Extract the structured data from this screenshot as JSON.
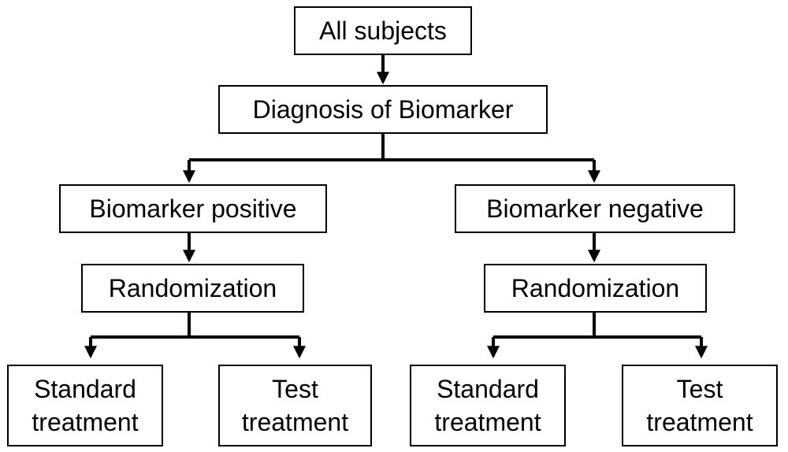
{
  "nodes": {
    "all_subjects": "All subjects",
    "diagnosis": "Diagnosis of Biomarker",
    "positive": "Biomarker positive",
    "negative": "Biomarker negative",
    "pos_randomization": "Randomization",
    "neg_randomization": "Randomization",
    "pos_standard": {
      "line1": "Standard",
      "line2": "treatment"
    },
    "pos_test": {
      "line1": "Test",
      "line2": "treatment"
    },
    "neg_standard": {
      "line1": "Standard",
      "line2": "treatment"
    },
    "neg_test": {
      "line1": "Test",
      "line2": "treatment"
    }
  }
}
